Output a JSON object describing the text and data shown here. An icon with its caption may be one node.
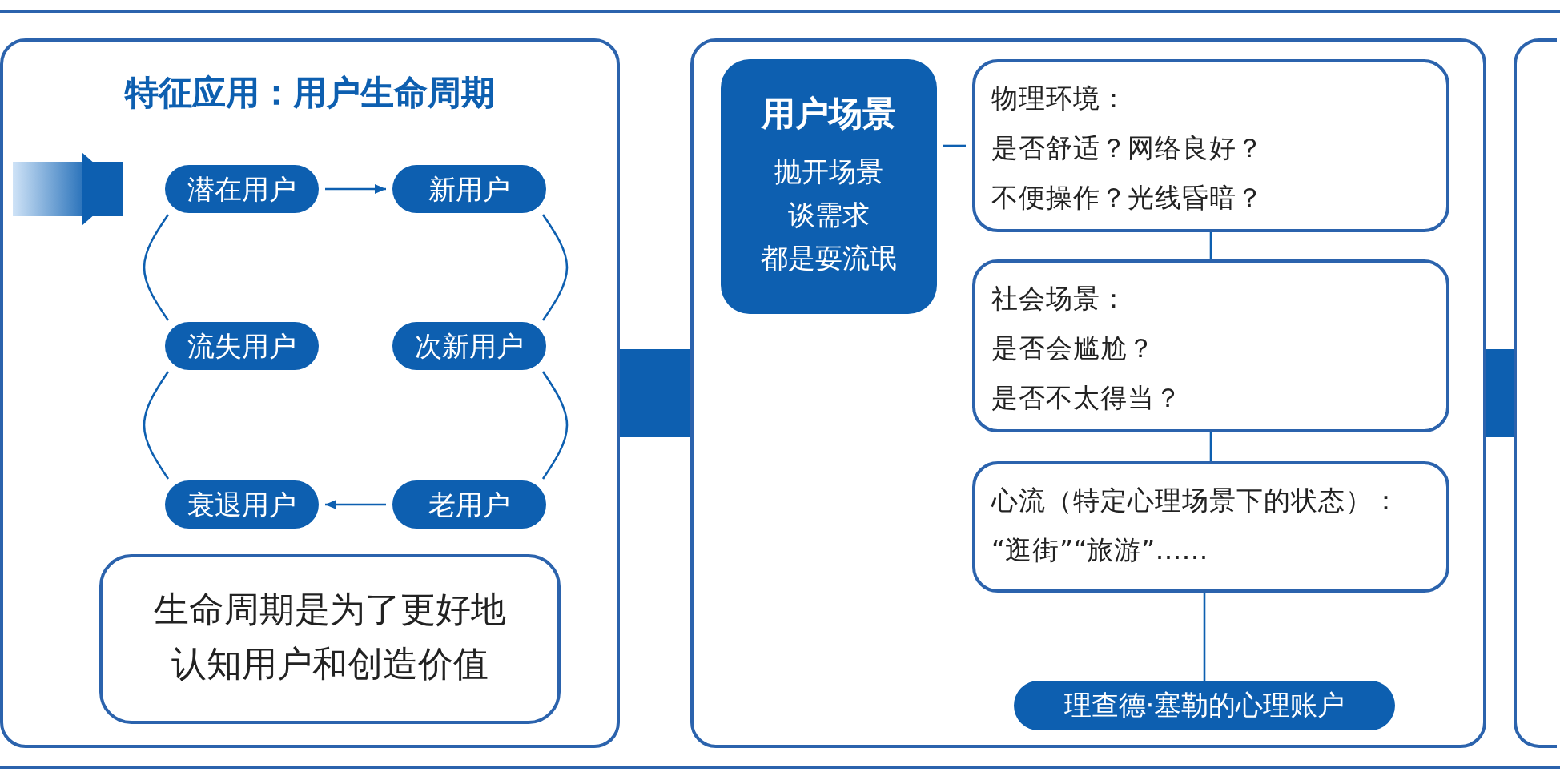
{
  "diagram": {
    "nodes": [
      {
        "text": [
          "特征应用：用户生命周期"
        ]
      },
      {
        "text": [
          "潜在用户"
        ],
        "in": 0
      },
      {
        "text": [
          "新用户"
        ],
        "in": 0
      },
      {
        "text": [
          "流失用户"
        ],
        "in": 0
      },
      {
        "text": [
          "次新用户"
        ],
        "in": 0
      },
      {
        "text": [
          "衰退用户"
        ],
        "in": 0
      },
      {
        "text": [
          "老用户"
        ],
        "in": 0
      },
      {
        "text": [
          "生命周期是为了更好地认知用户和创造价值"
        ],
        "in": 0
      },
      {
        "text": [],
        "shape": "box"
      },
      {
        "text": [
          "用户场景",
          "抛开场景",
          "谈需求",
          "都是耍流氓"
        ],
        "in": 8
      },
      {
        "text": [
          "物理环境：",
          "是否舒适？网络良好？",
          "不便操作？光线昏暗？"
        ],
        "in": 8
      },
      {
        "text": [
          "社会场景：",
          "是否会尴尬？",
          "是否不太得当？"
        ],
        "in": 8
      },
      {
        "text": [
          "心流（特定心理场景下的状态）：",
          "“逛街”“旅游”……"
        ],
        "in": 8
      },
      {
        "text": [
          "理查德·塞勒的心理账户"
        ],
        "in": 8
      },
      {
        "text": [],
        "shape": "box"
      }
    ],
    "edges": [
      {
        "from": null,
        "to": 1,
        "arrow": "to",
        "style": "thick"
      },
      {
        "from": 1,
        "to": 2,
        "arrow": "to"
      },
      {
        "from": 2,
        "to": 4,
        "arrow": "none"
      },
      {
        "from": 4,
        "to": 6,
        "arrow": "none"
      },
      {
        "from": 6,
        "to": 5,
        "arrow": "to"
      },
      {
        "from": 5,
        "to": 3,
        "arrow": "none"
      },
      {
        "from": 3,
        "to": 1,
        "arrow": "none"
      },
      {
        "from": 0,
        "to": 8,
        "arrow": "none",
        "style": "thick"
      },
      {
        "from": 8,
        "to": 14,
        "arrow": "none",
        "style": "thick"
      },
      {
        "from": 9,
        "to": 10,
        "arrow": "none"
      },
      {
        "from": 10,
        "to": 11,
        "arrow": "none"
      },
      {
        "from": 11,
        "to": 12,
        "arrow": "none"
      },
      {
        "from": 12,
        "to": 13,
        "arrow": "none"
      }
    ]
  }
}
